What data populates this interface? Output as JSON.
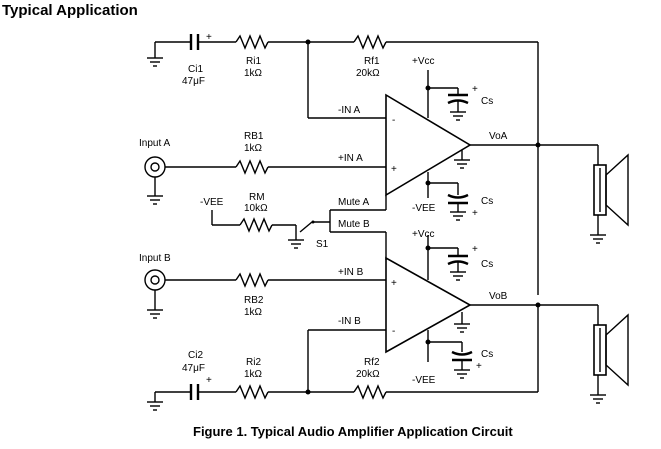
{
  "heading": "Typical Application",
  "caption": "Figure 1.  Typical Audio Amplifier Application Circuit",
  "labels": {
    "ci1_name": "Ci1",
    "ci1_value": "47μF",
    "ri1_name": "Ri1",
    "ri1_value": "1kΩ",
    "rf1_name": "Rf1",
    "rf1_value": "20kΩ",
    "vcc_top": "+Vcc",
    "cs1": "Cs",
    "in_a_neg": "-IN A",
    "voa": "VoA",
    "input_a": "Input A",
    "rb1_name": "RB1",
    "rb1_value": "1kΩ",
    "in_a_pos": "+IN A",
    "vee_left": "-VEE",
    "rm_name": "RM",
    "rm_value": "10kΩ",
    "mute_a": "Mute A",
    "mute_b": "Mute B",
    "s1": "S1",
    "vee_a": "-VEE",
    "cs2": "Cs",
    "vcc_b": "+Vcc",
    "cs3": "Cs",
    "input_b": "Input B",
    "in_b_pos": "+IN B",
    "vob": "VoB",
    "rb2_name": "RB2",
    "rb2_value": "1kΩ",
    "in_b_neg": "-IN B",
    "ci2_name": "Ci2",
    "ci2_value": "47μF",
    "ri2_name": "Ri2",
    "ri2_value": "1kΩ",
    "rf2_name": "Rf2",
    "rf2_value": "20kΩ",
    "vee_b": "-VEE",
    "cs4": "Cs",
    "plus": "+",
    "minus": "-"
  }
}
